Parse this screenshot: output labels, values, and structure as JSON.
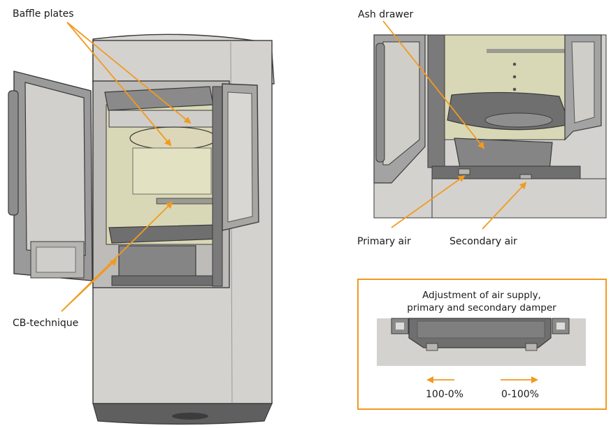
{
  "colors": {
    "accent": "#f29a1f",
    "stove_body": "#d3d2cf",
    "stove_dark": "#6f6f70",
    "firebox": "#d9d8b6",
    "text": "#1a1a1a"
  },
  "labels": {
    "baffle_plates": "Baffle plates",
    "cb_technique": "CB-technique",
    "ash_drawer": "Ash drawer",
    "primary_air": "Primary air",
    "secondary_air": "Secondary air"
  },
  "damper_panel": {
    "title_line1": "Adjustment of air supply,",
    "title_line2": "primary and secondary damper",
    "left_range": "100-0%",
    "right_range": "0-100%",
    "left_arrow_icon": "arrow-left-icon",
    "right_arrow_icon": "arrow-right-icon"
  }
}
